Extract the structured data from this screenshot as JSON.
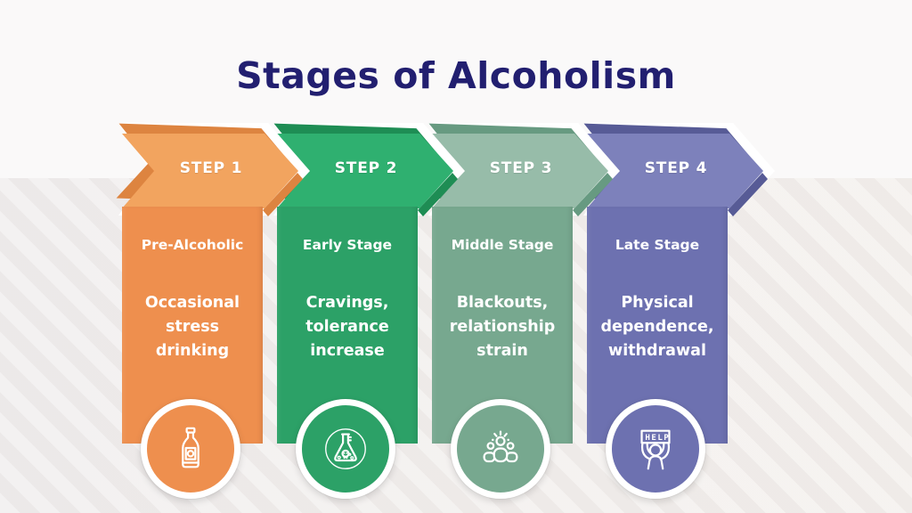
{
  "title": "Stages of Alcoholism",
  "title_color": "#221f70",
  "background": {
    "top_band": "#faf9f9",
    "bottom_band": "#efeceb"
  },
  "steps": [
    {
      "step_label": "STEP 1",
      "stage": "Pre-Alcoholic",
      "description": "Occasional stress drinking",
      "icon": "liquor-bottle-icon",
      "colors": {
        "face": "#f2a45f",
        "bevel": "#dd8440",
        "column": "#ee8f4e",
        "circle": "#ee8f4e"
      }
    },
    {
      "step_label": "STEP 2",
      "stage": "Early Stage",
      "description": "Cravings, tolerance increase",
      "icon": "poison-flask-icon",
      "colors": {
        "face": "#2fb070",
        "bevel": "#1e8d54",
        "column": "#2ca167",
        "circle": "#2ca167"
      }
    },
    {
      "step_label": "STEP 3",
      "stage": "Middle Stage",
      "description": "Blackouts, relationship strain",
      "icon": "support-group-icon",
      "colors": {
        "face": "#97bca9",
        "bevel": "#679a81",
        "column": "#77a88f",
        "circle": "#77a88f"
      }
    },
    {
      "step_label": "STEP 4",
      "stage": "Late Stage",
      "description": "Physical dependence, withdrawal",
      "icon": "help-sign-icon",
      "icon_text": "HELP",
      "colors": {
        "face": "#7d81bb",
        "bevel": "#575b96",
        "column": "#6d71b0",
        "circle": "#6d71b0"
      }
    }
  ]
}
